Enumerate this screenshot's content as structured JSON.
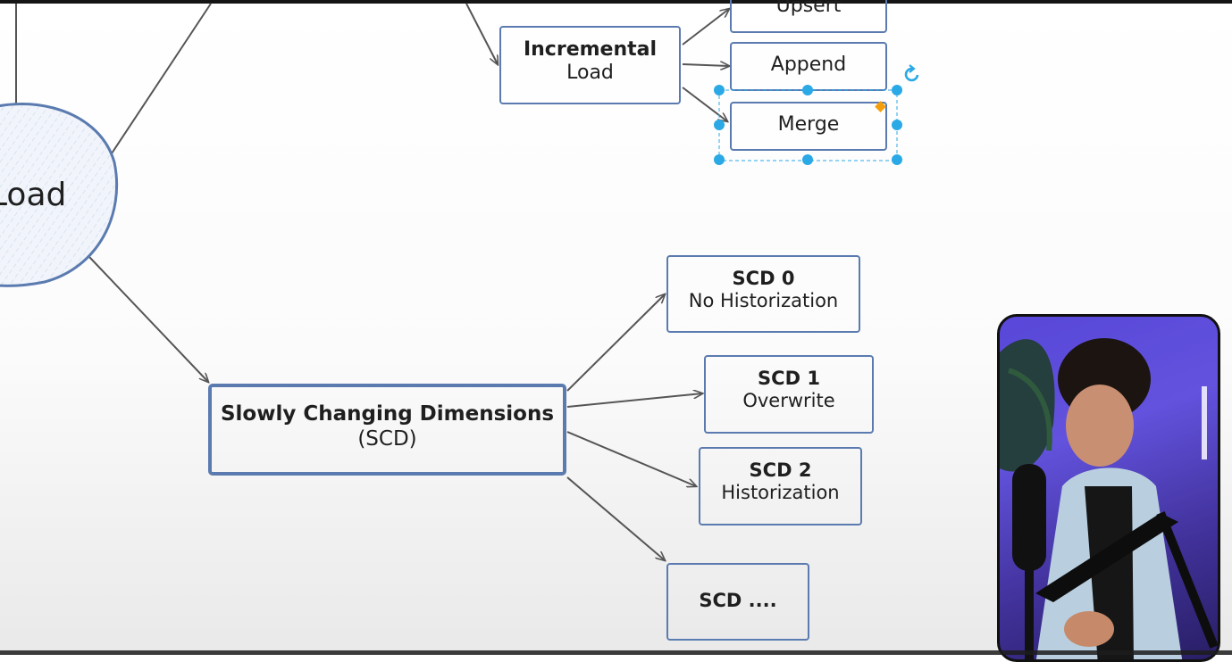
{
  "nodes": {
    "load": {
      "label": "Load"
    },
    "incremental": {
      "title": "Incremental",
      "subtitle": "Load"
    },
    "upsert": {
      "label": "Upsert"
    },
    "append": {
      "label": "Append"
    },
    "merge": {
      "label": "Merge"
    },
    "scd": {
      "title": "Slowly Changing Dimensions",
      "subtitle": "(SCD)"
    },
    "scd0": {
      "title": "SCD 0",
      "subtitle": "No Historization"
    },
    "scd1": {
      "title": "SCD 1",
      "subtitle": "Overwrite"
    },
    "scd2": {
      "title": "SCD 2",
      "subtitle": "Historization"
    },
    "scdmore": {
      "label": "SCD ...."
    }
  },
  "colors": {
    "node_border": "#5b7bb0",
    "connector": "#555555",
    "selection": "#2aa9e6",
    "accent_handle": "#f59e0b",
    "circle_fill": "#eef3fa"
  },
  "selected_node": "merge",
  "icons": {
    "rotate_handle": "rotate-icon"
  }
}
